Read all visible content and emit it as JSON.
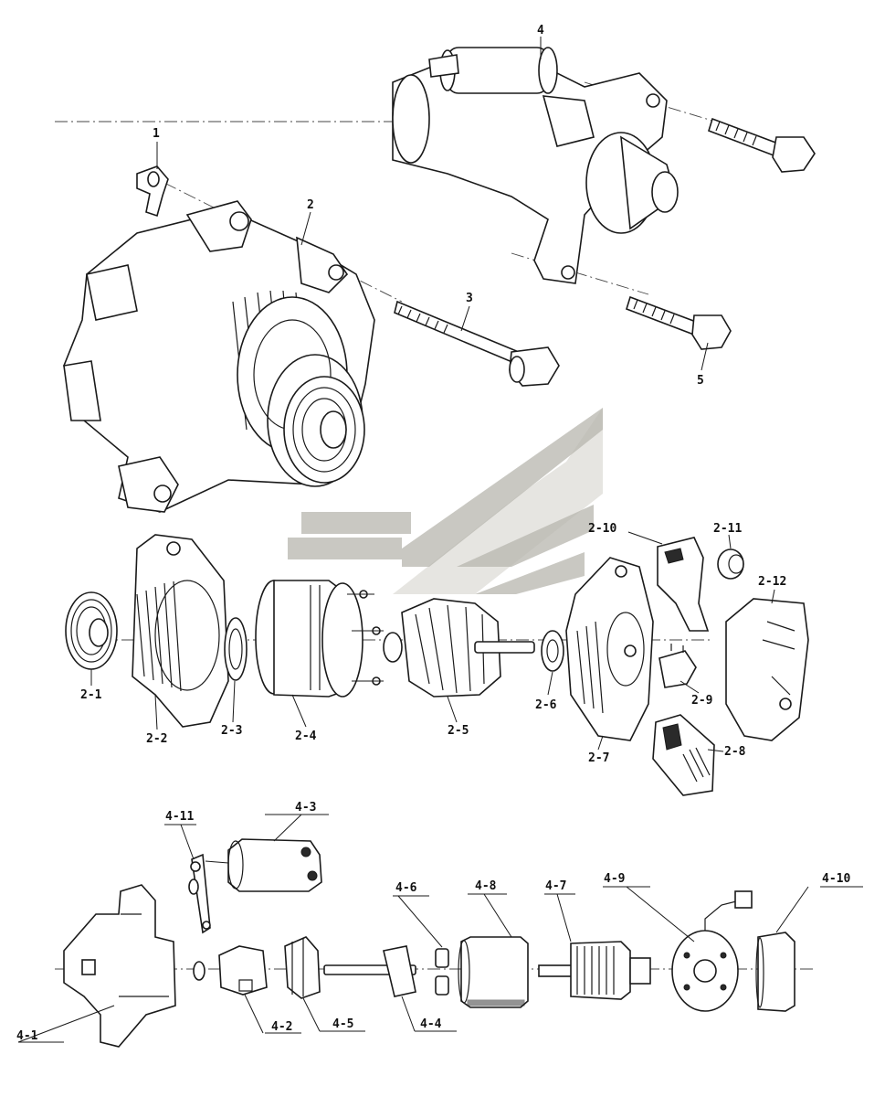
{
  "labels": {
    "l1": "1",
    "l2": "2",
    "l3": "3",
    "l4": "4",
    "l5": "5",
    "l2_1": "2-1",
    "l2_2": "2-2",
    "l2_3": "2-3",
    "l2_4": "2-4",
    "l2_5": "2-5",
    "l2_6": "2-6",
    "l2_7": "2-7",
    "l2_8": "2-8",
    "l2_9": "2-9",
    "l2_10": "2-10",
    "l2_11": "2-11",
    "l2_12": "2-12",
    "l4_1": "4-1",
    "l4_2": "4-2",
    "l4_3": "4-3",
    "l4_4": "4-4",
    "l4_5": "4-5",
    "l4_6": "4-6",
    "l4_7": "4-7",
    "l4_8": "4-8",
    "l4_9": "4-9",
    "l4_10": "4-10",
    "l4_11": "4-11"
  },
  "icons": {
    "watermark": "brand-logo-watermark"
  }
}
